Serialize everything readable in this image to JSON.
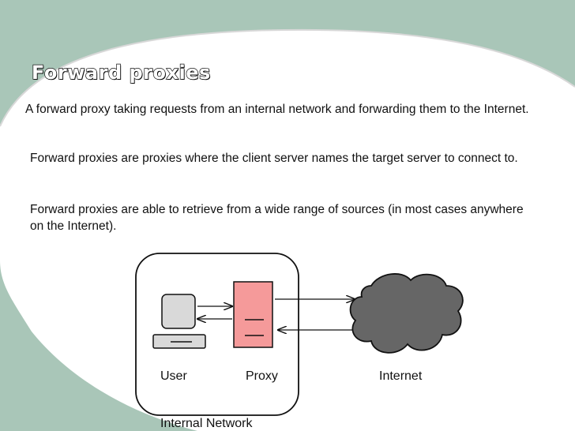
{
  "slide": {
    "title": "Forward proxies",
    "paragraphs": [
      "A forward proxy taking requests from an internal network and forwarding them to the Internet.",
      "Forward proxies are proxies where the client server names the target server to connect to.",
      "Forward proxies are able to retrieve from a wide range of sources (in most cases anywhere on the Internet)."
    ]
  },
  "diagram": {
    "nodes": {
      "user": "User",
      "proxy": "Proxy",
      "internet": "Internet",
      "network": "Internal Network"
    },
    "colors": {
      "background": "#a9c6b8",
      "panel": "#ffffff",
      "proxy_fill": "#f59a9a",
      "monitor_fill": "#d9d9d9",
      "cloud_fill": "#666666"
    }
  }
}
